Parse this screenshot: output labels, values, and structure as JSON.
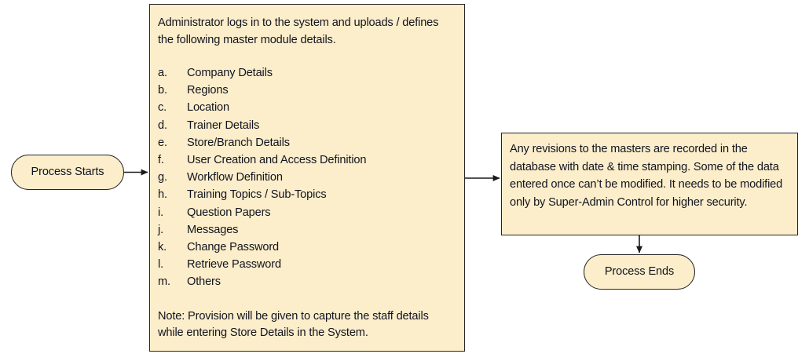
{
  "diagram": {
    "title": "Administrator master module process flow",
    "fill_color": "#fceecb",
    "stroke_color": "#262626",
    "text_color": "#11131f",
    "background_color": "#ffffff"
  },
  "start_node": {
    "label": "Process Starts",
    "shape": "terminator"
  },
  "end_node": {
    "label": "Process Ends",
    "shape": "terminator"
  },
  "master_modules_box": {
    "shape": "process",
    "intro": "Administrator logs in to the system and uploads / defines the following master module details.",
    "items": [
      {
        "marker": "a.",
        "text": "Company Details"
      },
      {
        "marker": "b.",
        "text": "Regions"
      },
      {
        "marker": "c.",
        "text": "Location"
      },
      {
        "marker": "d.",
        "text": "Trainer Details"
      },
      {
        "marker": "e.",
        "text": "Store/Branch Details"
      },
      {
        "marker": "f.",
        "text": "User Creation and Access Definition"
      },
      {
        "marker": "g.",
        "text": "Workflow Definition"
      },
      {
        "marker": "h.",
        "text": "Training Topics / Sub-Topics"
      },
      {
        "marker": "i.",
        "text": "Question Papers"
      },
      {
        "marker": "j.",
        "text": "Messages"
      },
      {
        "marker": "k.",
        "text": "Change Password"
      },
      {
        "marker": "l.",
        "text": "Retrieve Password"
      },
      {
        "marker": "m.",
        "text": "Others"
      }
    ],
    "note": "Note: Provision will be given to capture the staff details while entering Store Details in the System."
  },
  "revisions_box": {
    "shape": "process",
    "text": "Any revisions to the masters are recorded in the database with date & time stamping. Some of the data entered once can’t be modified. It needs to be modified only by Super-Admin Control for higher security."
  },
  "connectors": [
    {
      "name": "start-to-master",
      "from": "Process Starts",
      "to": "master modules box",
      "direction": "right"
    },
    {
      "name": "master-to-revisions",
      "from": "master modules box",
      "to": "revisions box",
      "direction": "right"
    },
    {
      "name": "revisions-to-end",
      "from": "revisions box",
      "to": "Process Ends",
      "direction": "down"
    }
  ]
}
